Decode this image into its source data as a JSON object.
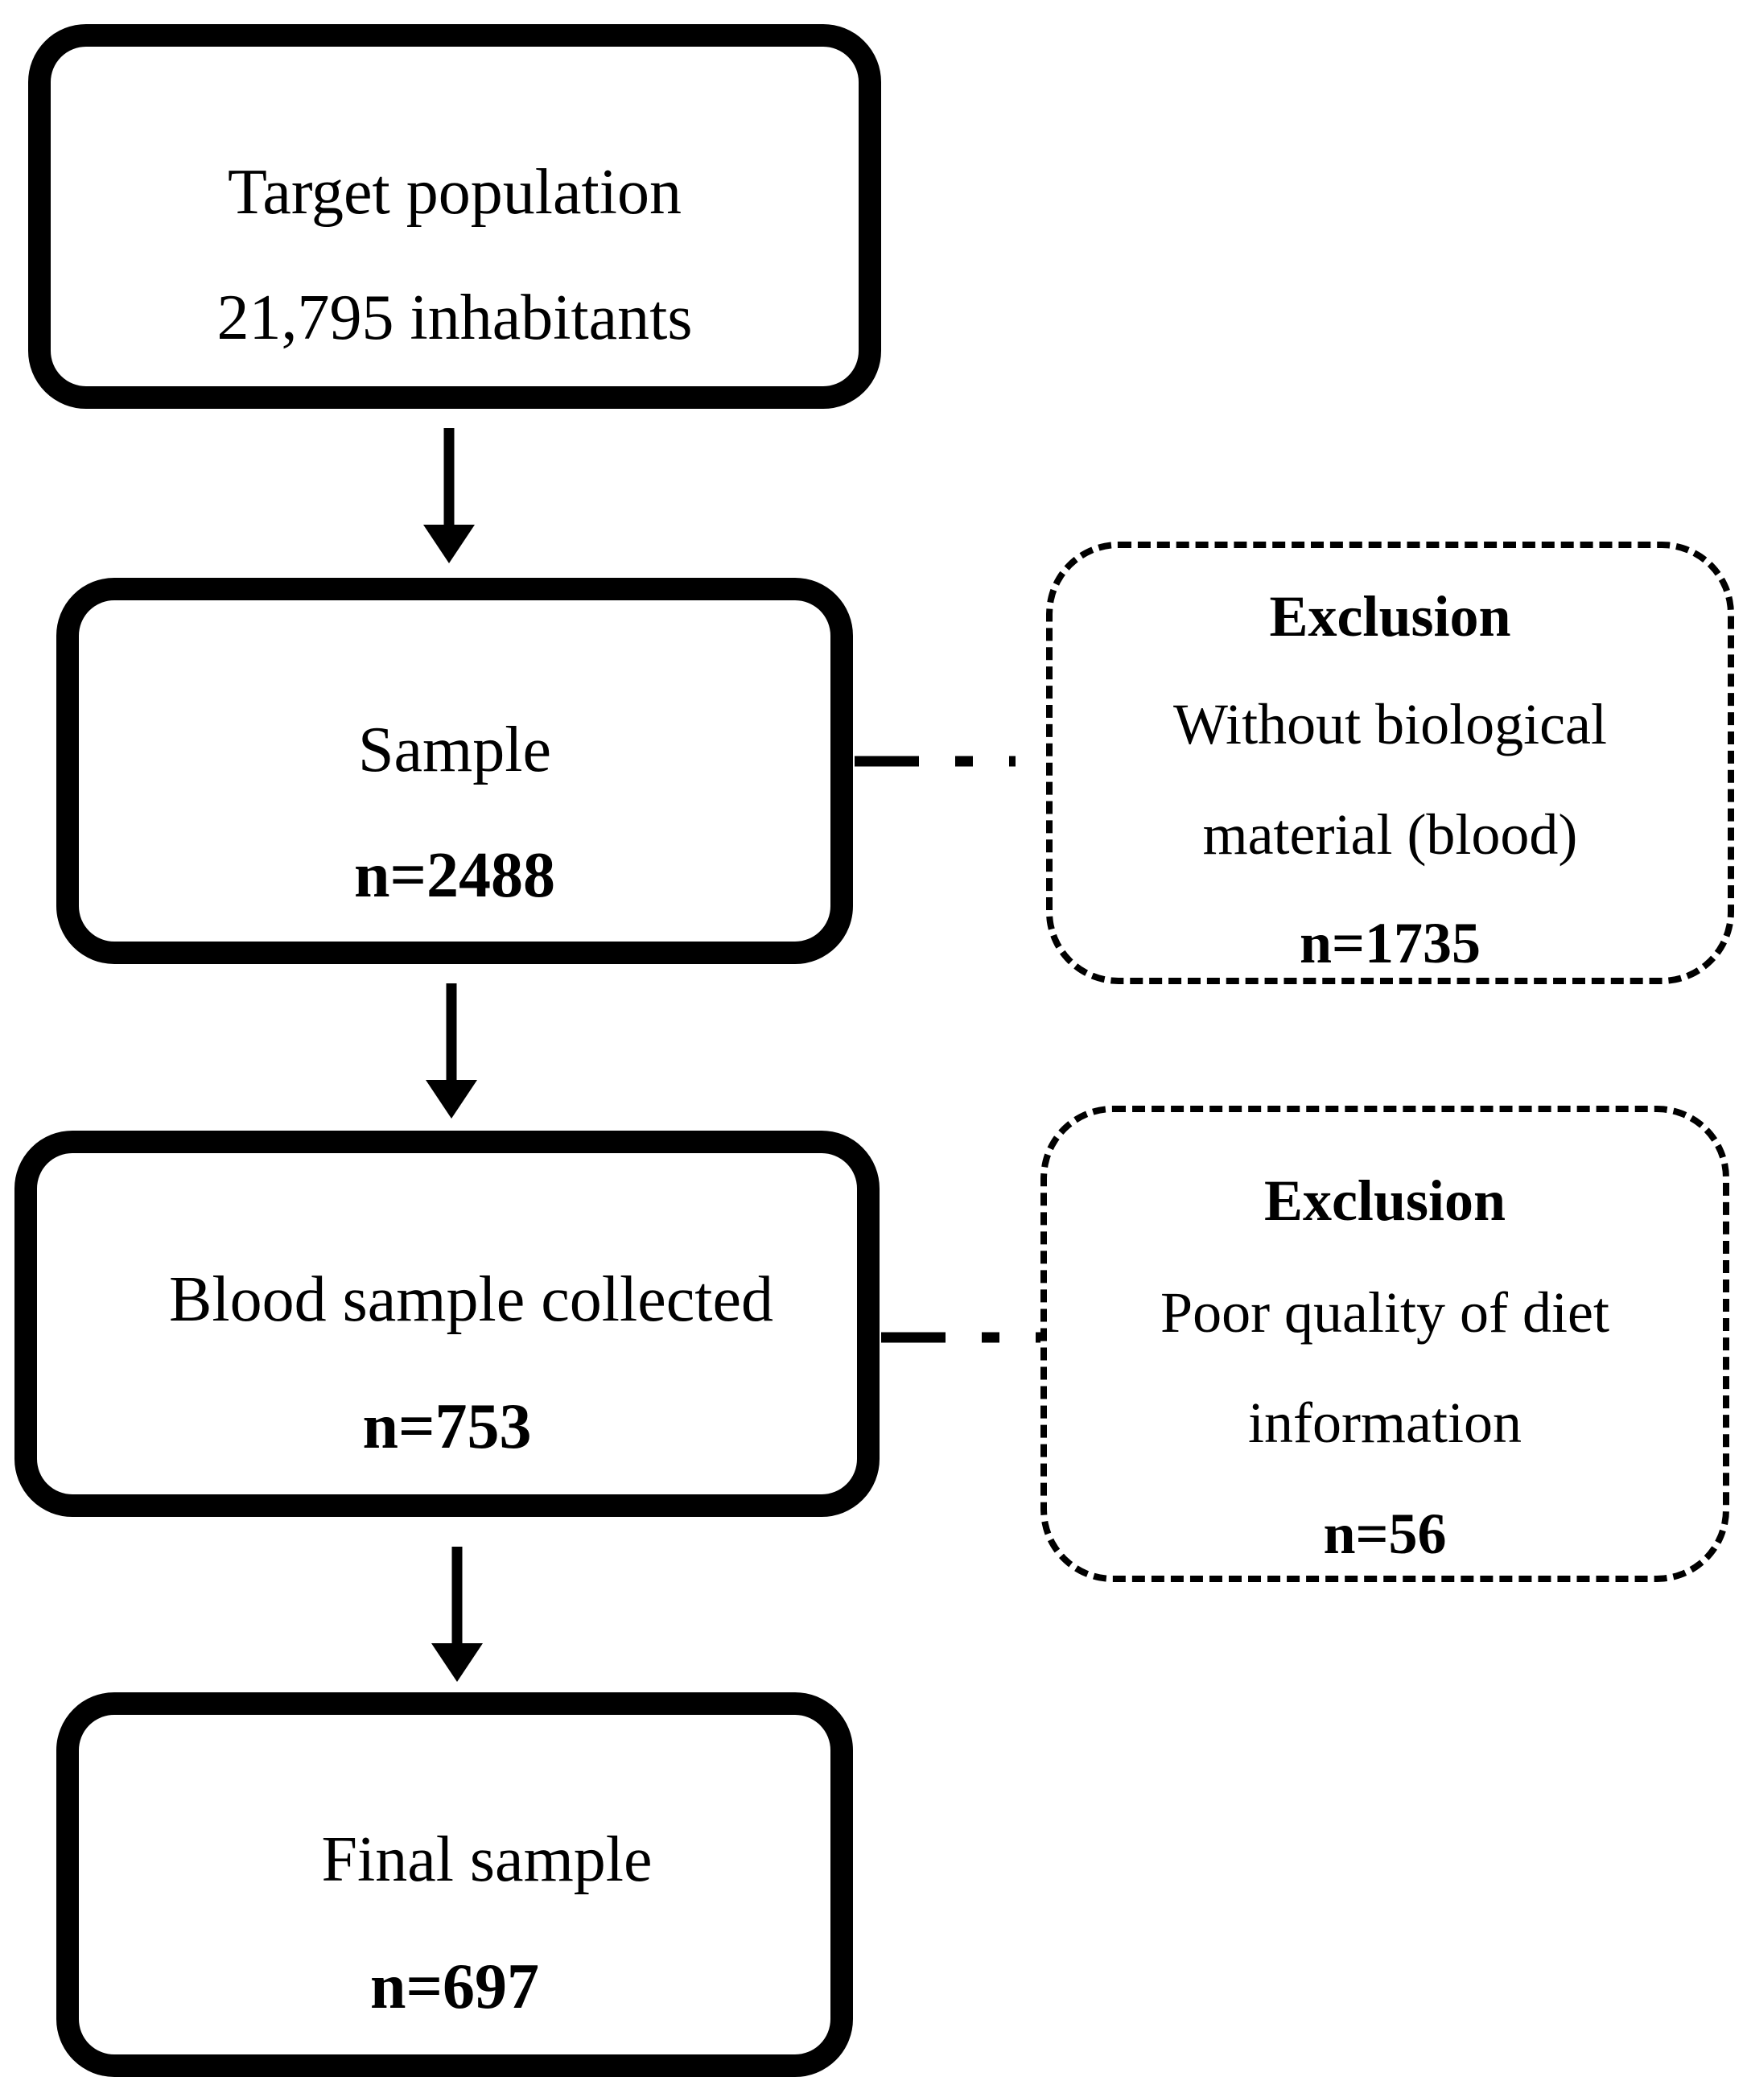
{
  "boxes": {
    "target": {
      "line1": "Target population",
      "line2": "21,795 inhabitants"
    },
    "sample": {
      "label": "Sample",
      "count": "n=2488"
    },
    "blood": {
      "label": "Blood sample collected",
      "count": "n=753"
    },
    "final": {
      "label": "Final sample",
      "count": "n=697"
    }
  },
  "exclusions": [
    {
      "title": "Exclusion",
      "line1": "Without biological",
      "line2": "material (blood)",
      "count": "n=1735"
    },
    {
      "title": "Exclusion",
      "line1": "Poor quality of diet",
      "line2": "information",
      "count": "n=56"
    }
  ]
}
